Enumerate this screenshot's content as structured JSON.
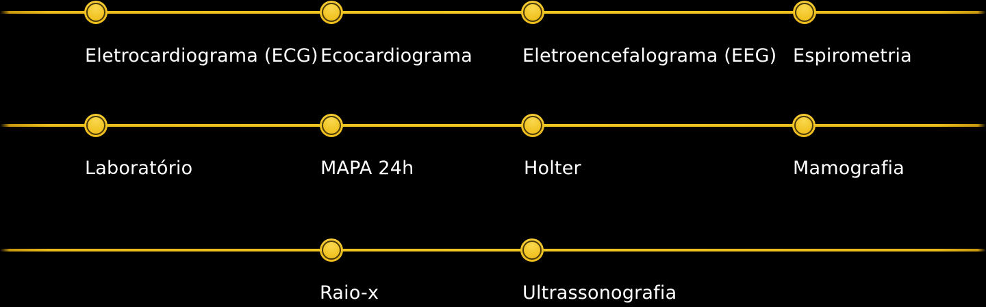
{
  "page": {
    "background_color": "#000000",
    "accent_color": "#F2C41F",
    "text_color": "#FFFFFF",
    "node_icon": "filled-circle-with-inner-ring"
  },
  "timeline": {
    "rows": [
      {
        "items": [
          {
            "label": "Eletrocardiograma (ECG)"
          },
          {
            "label": "Ecocardiograma"
          },
          {
            "label": "Eletroencefalograma (EEG)"
          },
          {
            "label": "Espirometria"
          }
        ]
      },
      {
        "items": [
          {
            "label": "Laboratório"
          },
          {
            "label": "MAPA 24h"
          },
          {
            "label": "Holter"
          },
          {
            "label": "Mamografia"
          }
        ]
      },
      {
        "items": [
          {
            "label": "Raio-x"
          },
          {
            "label": "Ultrassonografia"
          }
        ]
      }
    ]
  }
}
